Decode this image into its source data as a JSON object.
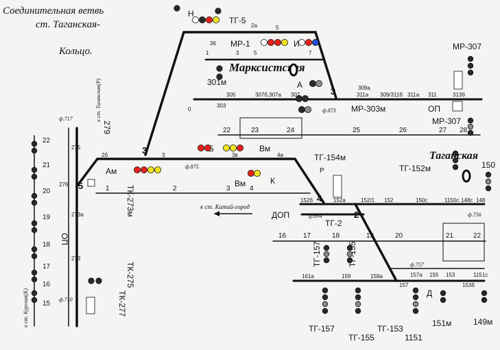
{
  "header": {
    "title_line1": "Соединительная ветвь",
    "title_line2": "ст. Таганская-",
    "title_line3": "Кольцо."
  },
  "stations": {
    "marksistskaya": "Марксистская",
    "taganskaya": "Таганская"
  },
  "directions": {
    "to_kitay_gorod": "к ст. Китай-город",
    "to_taganskaya_left": "к ст. Таганская(Р)",
    "to_kurskaya": "к ст. Курская(К)"
  },
  "signals": {
    "n": "Н",
    "tg5": "ТГ-5",
    "mr1": "МР-1",
    "i": "И",
    "mr307_top": "МР-307",
    "s301m": "301м",
    "a": "А",
    "mr303m": "МР-303м",
    "op_right": "ОП",
    "mr307_mid": "МР-307",
    "b": "Б",
    "vm_top": "Вм",
    "am": "Ам",
    "vm_bottom": "Вм",
    "k": "К",
    "tg154m": "ТГ-154м",
    "p": "Р",
    "tg152m": "ТГ-152м",
    "n150": "150",
    "tk273m": "ТК-273м",
    "dop": "ДОП",
    "tg2": "ТГ-2",
    "op_left": "ОП",
    "s279": "279",
    "tk275": "ТК-275",
    "tk277": "ТК-277",
    "tg157_up": "ТГ-157",
    "tg155_up": "ТГ-155",
    "tg157": "ТГ-157",
    "tg155": "ТГ-155",
    "tg153": "ТГ-153",
    "n1151": "1151",
    "s151m": "151м",
    "s149m": "149м",
    "d": "Д"
  },
  "section_labels": {
    "n1": "1",
    "n3": "3",
    "n5": "5",
    "n7": "7",
    "n36": "36",
    "n2a": "2а",
    "n3a": "3а",
    "n3b": "3б",
    "n0": "0",
    "r305": "305",
    "r307b": "307б,307а",
    "r307": "307",
    "r309a": "309а",
    "r311a": "311а",
    "r309_311b": "309/311б",
    "r311": "311",
    "r313b": "313б",
    "r303": "303",
    "f873": "ф.873",
    "n22": "22",
    "n23": "23",
    "n24": "24",
    "n25": "25",
    "n26": "26",
    "n27": "27",
    "n28": "28",
    "n3_mid": "3",
    "n2b": "2б",
    "n3v": "3в",
    "n4a": "4а",
    "f875": "ф.875",
    "n1_low": "1",
    "n2_low": "2",
    "n3_low": "3",
    "n4_low": "4",
    "n152b": "152б",
    "n152a": "152а",
    "n152_1": "152/1",
    "n152": "152",
    "n150c": "150с",
    "n1150c": "1150с",
    "n148c": "148с",
    "n148": "148",
    "f694": "ф.694",
    "f756": "ф.756",
    "n16": "16",
    "n17": "17",
    "n18": "18",
    "n19": "19",
    "n20": "20",
    "n21": "21",
    "n22b": "22",
    "f757": "ф.757",
    "n161a": "161а",
    "n159": "159",
    "n159a": "159а",
    "n157": "157",
    "n157a": "157а",
    "n155": "155",
    "n153": "153",
    "n1151c": "1151с",
    "n153b": "153б",
    "v22": "22",
    "v21": "21",
    "v20": "20",
    "v19": "19",
    "v18": "18",
    "v17": "17",
    "v16": "16",
    "v15": "15",
    "n275": "275",
    "n276": "276",
    "n273a": "273а",
    "n273": "273",
    "f717": "ф.717",
    "f710": "ф.710",
    "sw2": "2",
    "sw3": "3",
    "sw4": "4",
    "sw5": "5"
  },
  "colors": {
    "red": "#e8221b",
    "yellow": "#f2e41a",
    "blue": "#1f4fd6",
    "dark": "#2a2a2a",
    "grey": "#8a8a8a",
    "white": "#ffffff"
  }
}
